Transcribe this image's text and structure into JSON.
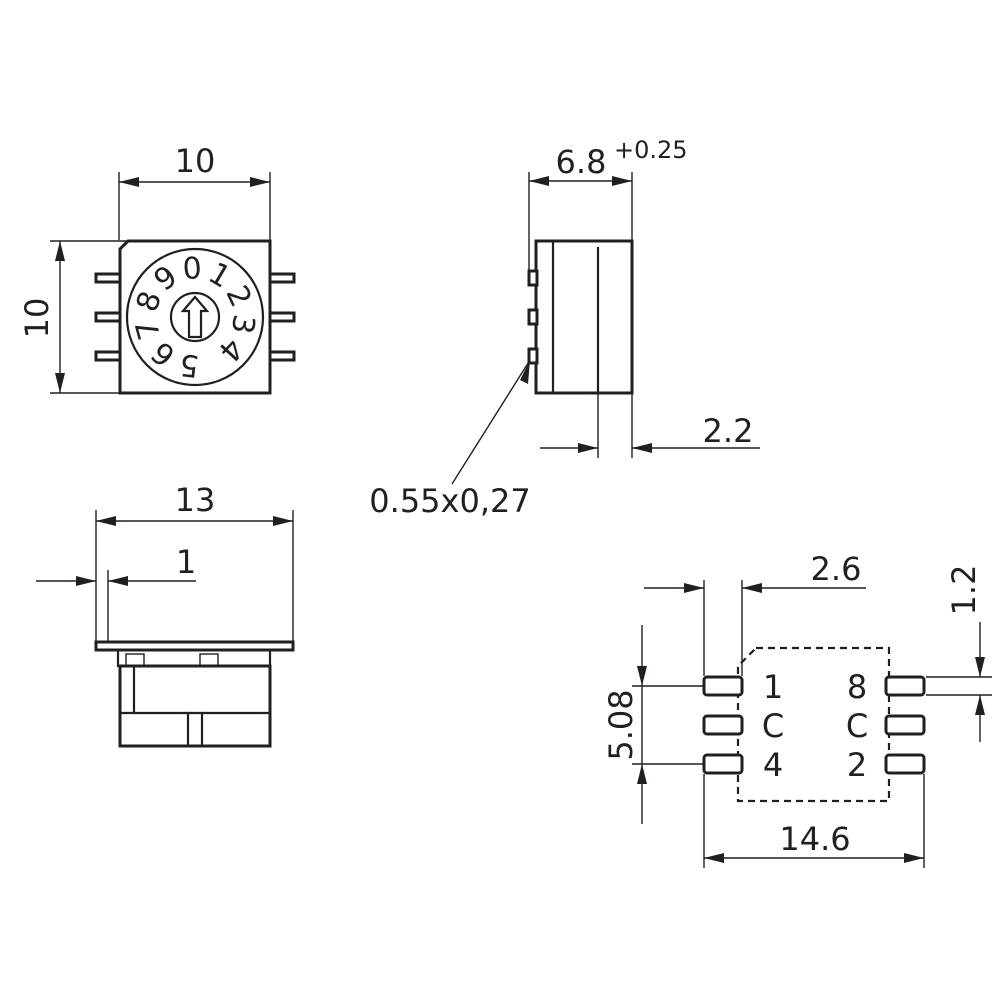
{
  "dimensions": {
    "front_width": "10",
    "front_height": "10",
    "side_depth": "6.8",
    "side_tolerance": "+0.25",
    "side_step": "2.2",
    "pin_size": "0.55x0,27",
    "bottom_width": "13",
    "bottom_offset": "1",
    "fp_pitch_x": "2.6",
    "fp_pad_height": "1.2",
    "fp_span_y": "5.08",
    "fp_width": "14.6"
  },
  "dial_digits": [
    "0",
    "1",
    "2",
    "3",
    "4",
    "5",
    "6",
    "7",
    "8",
    "9"
  ],
  "footprint_labels": {
    "left": [
      "1",
      "C",
      "4"
    ],
    "right": [
      "8",
      "C",
      "2"
    ]
  }
}
